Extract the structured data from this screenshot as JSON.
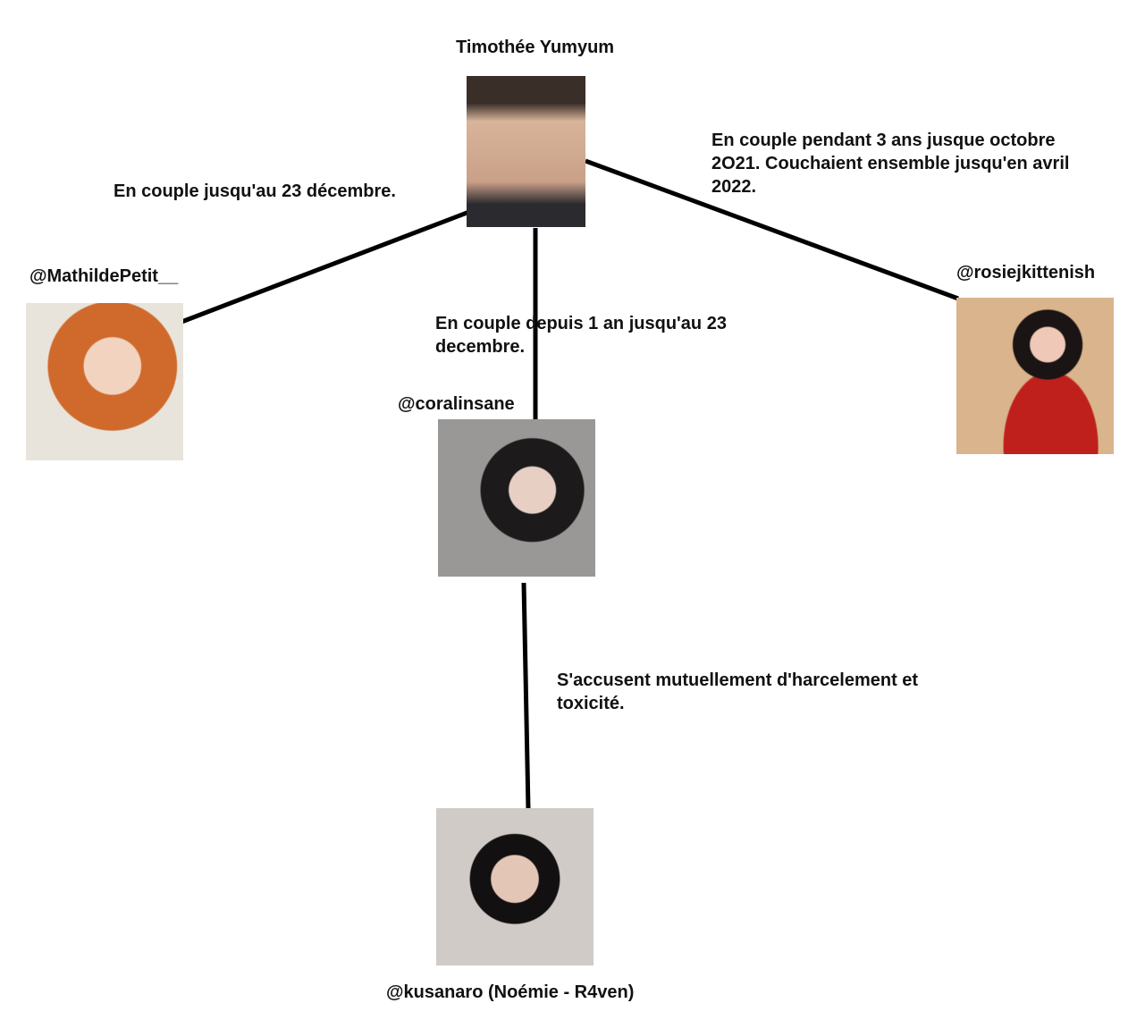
{
  "people": {
    "timothee": {
      "name": "Timothée Yumyum",
      "color": "#b89a80"
    },
    "mathilde": {
      "name": "@MathildePetit__",
      "color": "#d9773a"
    },
    "rosie": {
      "name": "@rosiejkittenish",
      "color": "#d9b48c"
    },
    "coralinsane": {
      "name": "@coralinsane",
      "color": "#8a8784"
    },
    "kusanaro": {
      "name": "@kusanaro (Noémie - R4ven)",
      "color": "#c9c3bd"
    }
  },
  "relations": {
    "timothee_mathilde": "En couple jusqu'au 23 décembre.",
    "timothee_coralinsane": [
      "En couple depuis 1 an jusqu'au 23",
      "decembre."
    ],
    "timothee_rosie": [
      "En couple pendant 3 ans jusque octobre",
      "2O21. Couchaient ensemble jusqu'en avril",
      "2022."
    ],
    "coralinsane_kusanaro": [
      "S'accusent mutuellement d'harcelement et",
      "toxicité."
    ]
  }
}
